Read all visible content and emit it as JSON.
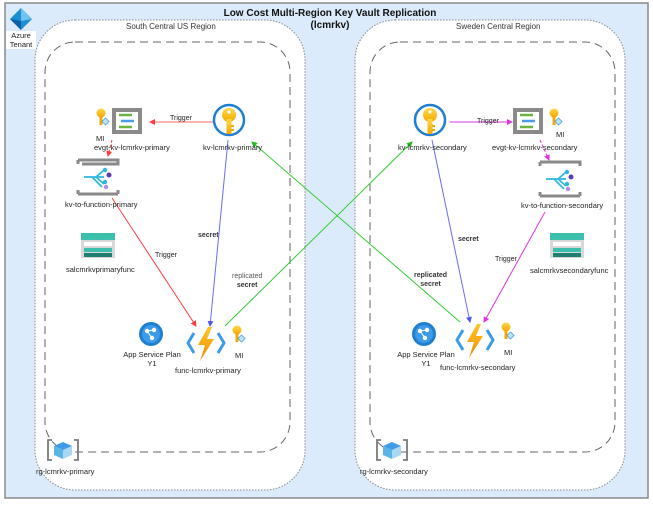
{
  "diagram": {
    "title_line1": "Low Cost Multi-Region Key Vault Replication",
    "title_line2": "(lcmrkv)",
    "tenant": {
      "label_line1": "Azure",
      "label_line2": "Tenant",
      "icon": "azure-entra-icon"
    },
    "colors": {
      "tenant_bg": "#dcebfb",
      "trigger_primary": "#ff3b3b",
      "trigger_secondary": "#e033e0",
      "secret": "#6b6bff",
      "replicated": "#33cc33"
    },
    "regions": [
      {
        "name": "South Central US Region",
        "resource_group": "rg-lcmrkv-primary",
        "key_vault": "kv-lcmrkv-primary",
        "event_grid": "evgt-kv-lcmrkv-primary",
        "event_grid_mi": "MI",
        "subscription": "kv-to-function-primary",
        "storage": "salcmrkvprimaryfunc",
        "app_service_plan_line1": "App Service Plan",
        "app_service_plan_line2": "Y1",
        "function_app": "func-lcmrkv-primary",
        "function_mi": "MI"
      },
      {
        "name": "Sweden Central Region",
        "resource_group": "rg-lcmrkv-secondary",
        "key_vault": "kv-lcmrkv-secondary",
        "event_grid": "evgt-kv-lcmrkv-secondary",
        "event_grid_mi": "MI",
        "subscription": "kv-to-function-secondary",
        "storage": "salcmrkvsecondaryfunc",
        "app_service_plan_line1": "App Service Plan",
        "app_service_plan_line2": "Y1",
        "function_app": "func-lcmrkv-secondary",
        "function_mi": "MI"
      }
    ],
    "edges": [
      {
        "from": "kv-lcmrkv-primary",
        "to": "evgt-kv-lcmrkv-primary",
        "label": "Trigger",
        "color": "trigger_primary"
      },
      {
        "from": "evgt-kv-lcmrkv-primary",
        "to": "kv-to-function-primary",
        "label": "",
        "color": "trigger_primary"
      },
      {
        "from": "kv-to-function-primary",
        "to": "func-lcmrkv-primary",
        "label": "Trigger",
        "color": "trigger_primary"
      },
      {
        "from": "kv-lcmrkv-primary",
        "to": "func-lcmrkv-primary",
        "label": "secret",
        "color": "secret"
      },
      {
        "from": "func-lcmrkv-primary",
        "to": "kv-lcmrkv-secondary",
        "label_line1": "replicated",
        "label_line2": "secret",
        "color": "replicated"
      },
      {
        "from": "kv-lcmrkv-secondary",
        "to": "evgt-kv-lcmrkv-secondary",
        "label": "Trigger",
        "color": "trigger_secondary"
      },
      {
        "from": "evgt-kv-lcmrkv-secondary",
        "to": "kv-to-function-secondary",
        "label": "",
        "color": "trigger_secondary"
      },
      {
        "from": "kv-to-function-secondary",
        "to": "func-lcmrkv-secondary",
        "label": "Trigger",
        "color": "trigger_secondary"
      },
      {
        "from": "kv-lcmrkv-secondary",
        "to": "func-lcmrkv-secondary",
        "label": "secret",
        "color": "secret"
      },
      {
        "from": "func-lcmrkv-secondary",
        "to": "kv-lcmrkv-primary",
        "label_line1": "replicated",
        "label_line2": "secret",
        "color": "replicated"
      }
    ]
  }
}
